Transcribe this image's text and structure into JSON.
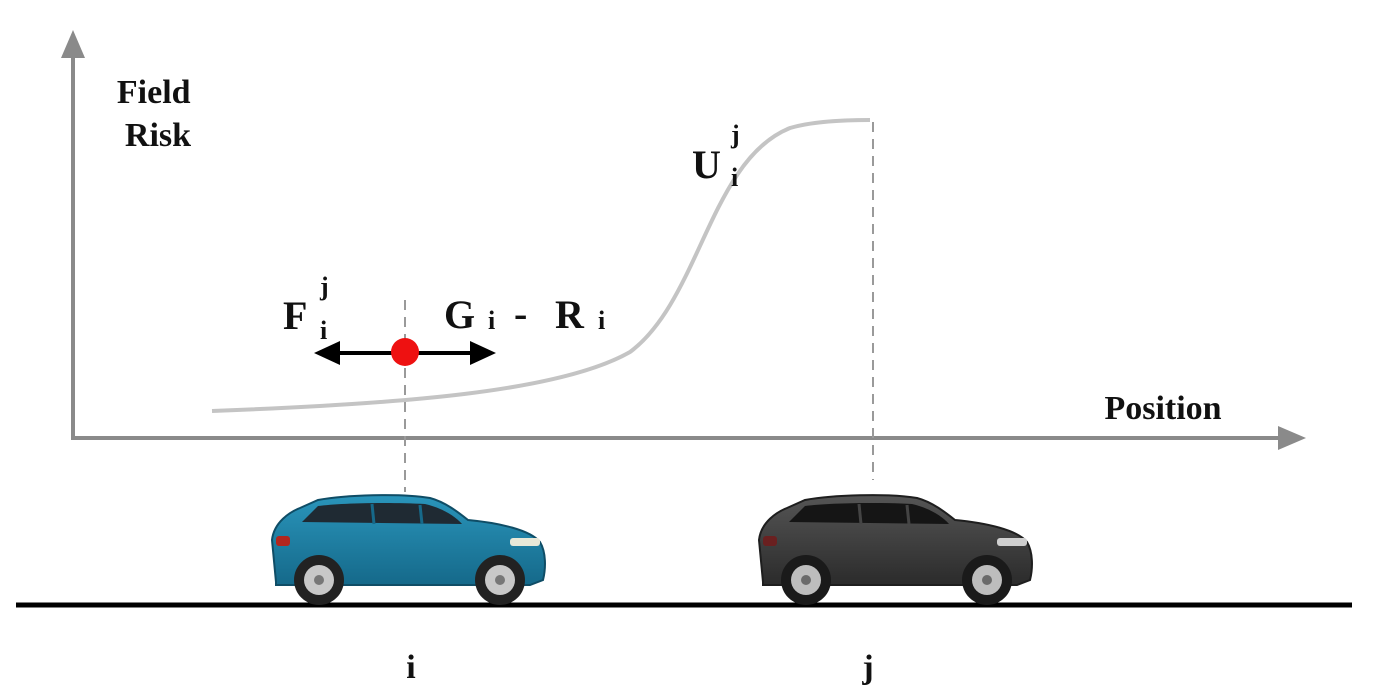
{
  "diagram": {
    "y_axis_label": [
      "Field",
      "Risk"
    ],
    "x_axis_label": "Position",
    "curve_label": {
      "base": "U",
      "sup": "j",
      "sub": "i"
    },
    "force_left_label": {
      "base": "F",
      "sup": "j",
      "sub": "i"
    },
    "force_right_label": {
      "g": "G",
      "g_sub": "i",
      "op": "-",
      "r": "R",
      "r_sub": "i"
    },
    "vehicle_i_label": "i",
    "vehicle_j_label": "j",
    "vehicle_i": {
      "name": "vehicle i",
      "color": "#1a7a9e"
    },
    "vehicle_j": {
      "name": "vehicle j",
      "color": "#3a3a3a"
    },
    "colors": {
      "axis": "#8a8a8a",
      "curve": "#c4c4c4",
      "guide": "#9a9a9a",
      "ego_point": "#ee1111",
      "arrow": "#000000",
      "road": "#000000"
    }
  }
}
